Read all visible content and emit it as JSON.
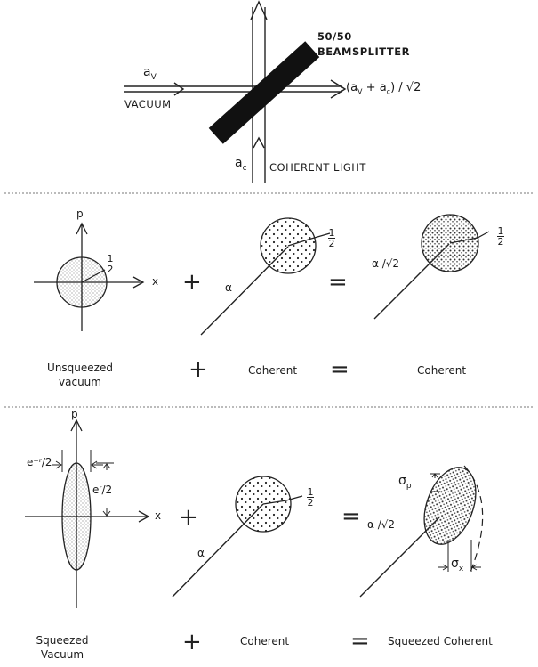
{
  "panel_top": {
    "beamsplitter_label_line1": "50/50",
    "beamsplitter_label_line2": "BEAMSPLITTER",
    "input_vacuum_symbol": "a",
    "input_vacuum_sub": "V",
    "input_vacuum_label": "VACUUM",
    "output_label": "(a",
    "output_sub1": "V",
    "output_plus": " + a",
    "output_sub2": "c",
    "output_tail": ") / √2",
    "input_coherent_symbol": "a",
    "input_coherent_sub": "c",
    "input_coherent_label": "COHERENT LIGHT"
  },
  "panel_middle": {
    "axis_p": "p",
    "axis_x": "x",
    "half_1": "1",
    "half_2": "2",
    "alpha": "α",
    "alpha_sqrt2": "α /√2",
    "op_plus": "+",
    "op_equals": "=",
    "caption_left_line1": "Unsqueezed",
    "caption_left_line2": "vacuum",
    "caption_mid": "Coherent",
    "caption_right": "Coherent"
  },
  "panel_bottom": {
    "axis_p": "p",
    "axis_x": "x",
    "e_minus_r_2": "e⁻ʳ/2",
    "e_r_2": "eʳ/2",
    "half_1": "1",
    "half_2": "2",
    "alpha": "α",
    "alpha_sqrt2": "α /√2",
    "sigma_p": "σp",
    "sigma_x": "σx",
    "op_plus": "+",
    "op_equals": "=",
    "caption_left_line1": "Squeezed",
    "caption_left_line2": "Vacuum",
    "caption_mid": "Coherent",
    "caption_right": "Squeezed Coherent"
  }
}
